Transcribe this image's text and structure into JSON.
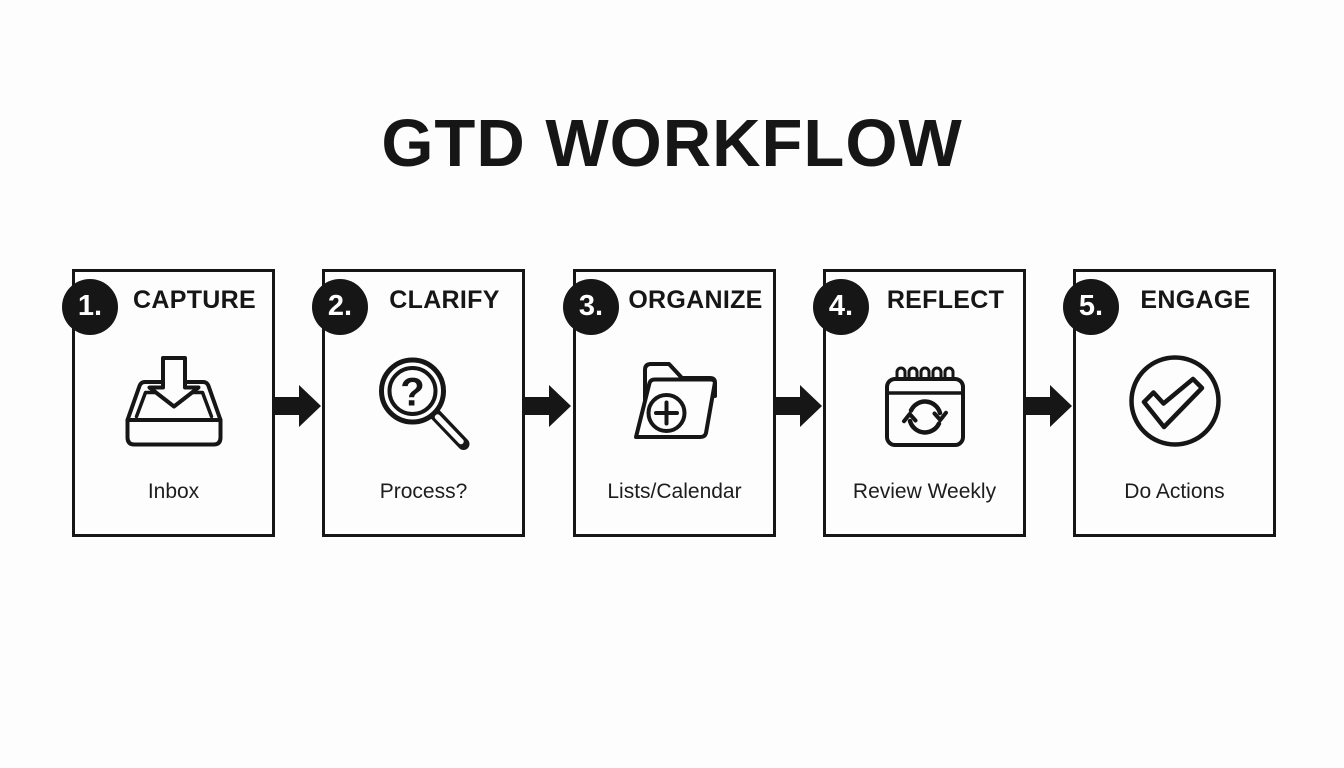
{
  "title": "GTD WORKFLOW",
  "steps": [
    {
      "number": "1.",
      "label": "CAPTURE",
      "caption": "Inbox",
      "icon": "inbox-tray-down-arrow-icon"
    },
    {
      "number": "2.",
      "label": "CLARIFY",
      "caption": "Process?",
      "icon": "magnifying-glass-question-icon",
      "icon_glyph": "?"
    },
    {
      "number": "3.",
      "label": "ORGANIZE",
      "caption": "Lists/Calendar",
      "icon": "folder-add-icon"
    },
    {
      "number": "4.",
      "label": "REFLECT",
      "caption": "Review Weekly",
      "icon": "calendar-sync-icon"
    },
    {
      "number": "5.",
      "label": "ENGAGE",
      "caption": "Do Actions",
      "icon": "check-circle-icon"
    }
  ],
  "connectors": {
    "type": "right-arrow",
    "count": 4
  },
  "colors": {
    "ink": "#161616",
    "paper": "#fdfdfd",
    "badge_text": "#ffffff"
  }
}
